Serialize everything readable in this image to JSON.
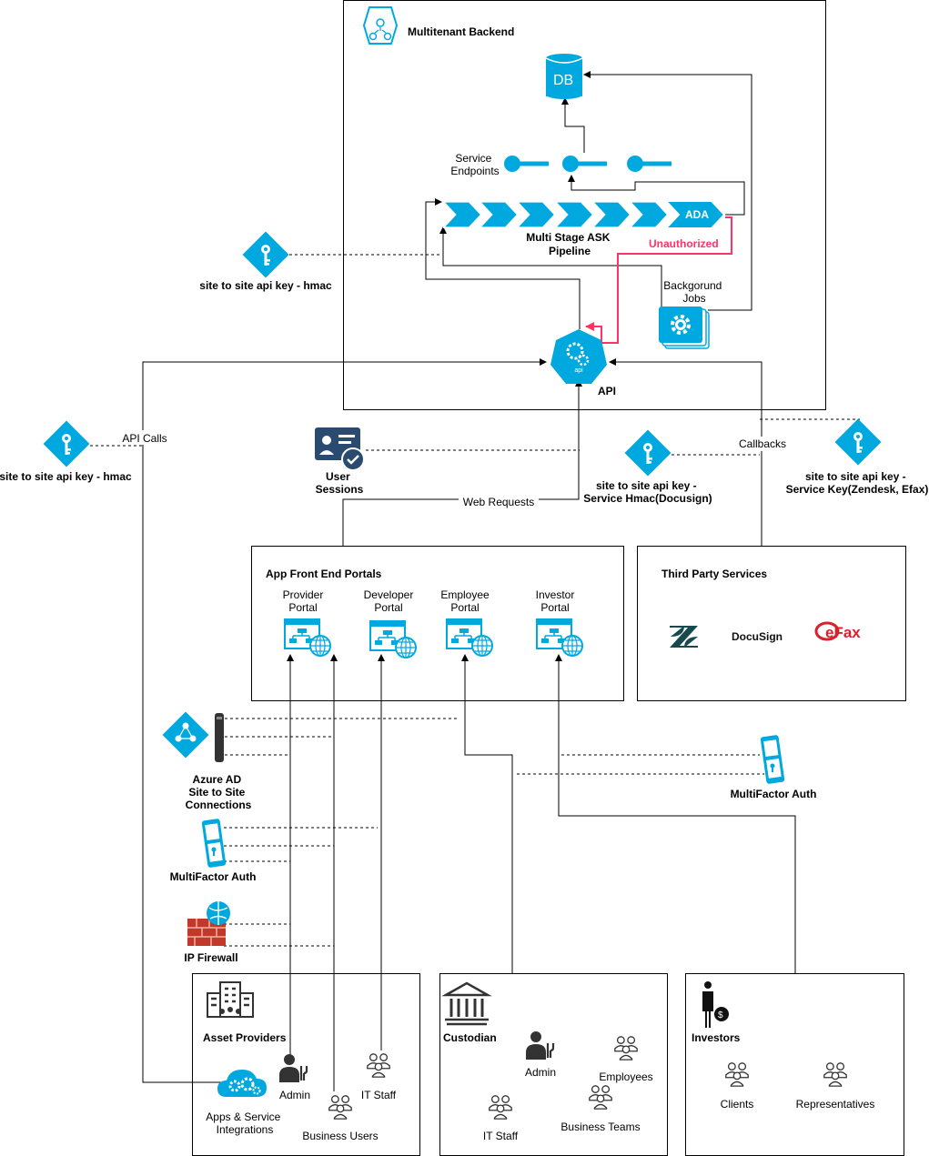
{
  "backend": {
    "title": "Multitenant Backend",
    "db_label": "DB",
    "service_endpoints": "Service\nEndpoints",
    "pipeline": "Multi Stage ASK\nPipeline",
    "ada": "ADA",
    "unauthorized": "Unauthorized",
    "background_jobs": "Backgorund\nJobs",
    "api": "API",
    "api_badge": "api"
  },
  "keys": {
    "left_top": "site to site api key - hmac",
    "left_mid": "site to site api key - hmac",
    "docusign": "site to site api key -\nService Hmac(Docusign)",
    "zendesk": "site to site api key -\nService Key(Zendesk, Efax)"
  },
  "flows": {
    "api_calls": "API Calls",
    "web_requests": "Web Requests",
    "callbacks": "Callbacks",
    "user_sessions": "User\nSessions"
  },
  "portals": {
    "title": "App Front End Portals",
    "items": [
      "Provider\nPortal",
      "Developer\nPortal",
      "Employee\nPortal",
      "Investor\nPortal"
    ]
  },
  "third_party": {
    "title": "Third Party Services",
    "docusign": "DocuSign",
    "efax": "eFax"
  },
  "security": {
    "azure_ad": "Azure AD\nSite to Site\nConnections",
    "mfa_left": "MultiFactor Auth",
    "mfa_right": "MultiFactor Auth",
    "ip_firewall": "IP Firewall"
  },
  "asset_providers": {
    "title": "Asset Providers",
    "admin": "Admin",
    "it_staff": "IT Staff",
    "apps": "Apps & Service\nIntegrations",
    "business_users": "Business Users"
  },
  "custodian": {
    "title": "Custodian",
    "admin": "Admin",
    "employees": "Employees",
    "it_staff": "IT Staff",
    "business_teams": "Business Teams"
  },
  "investors": {
    "title": "Investors",
    "clients": "Clients",
    "representatives": "Representatives"
  },
  "colors": {
    "accent": "#00a8e0",
    "unauthorized": "#ff3366",
    "icon_dark": "#2b4a6f"
  }
}
